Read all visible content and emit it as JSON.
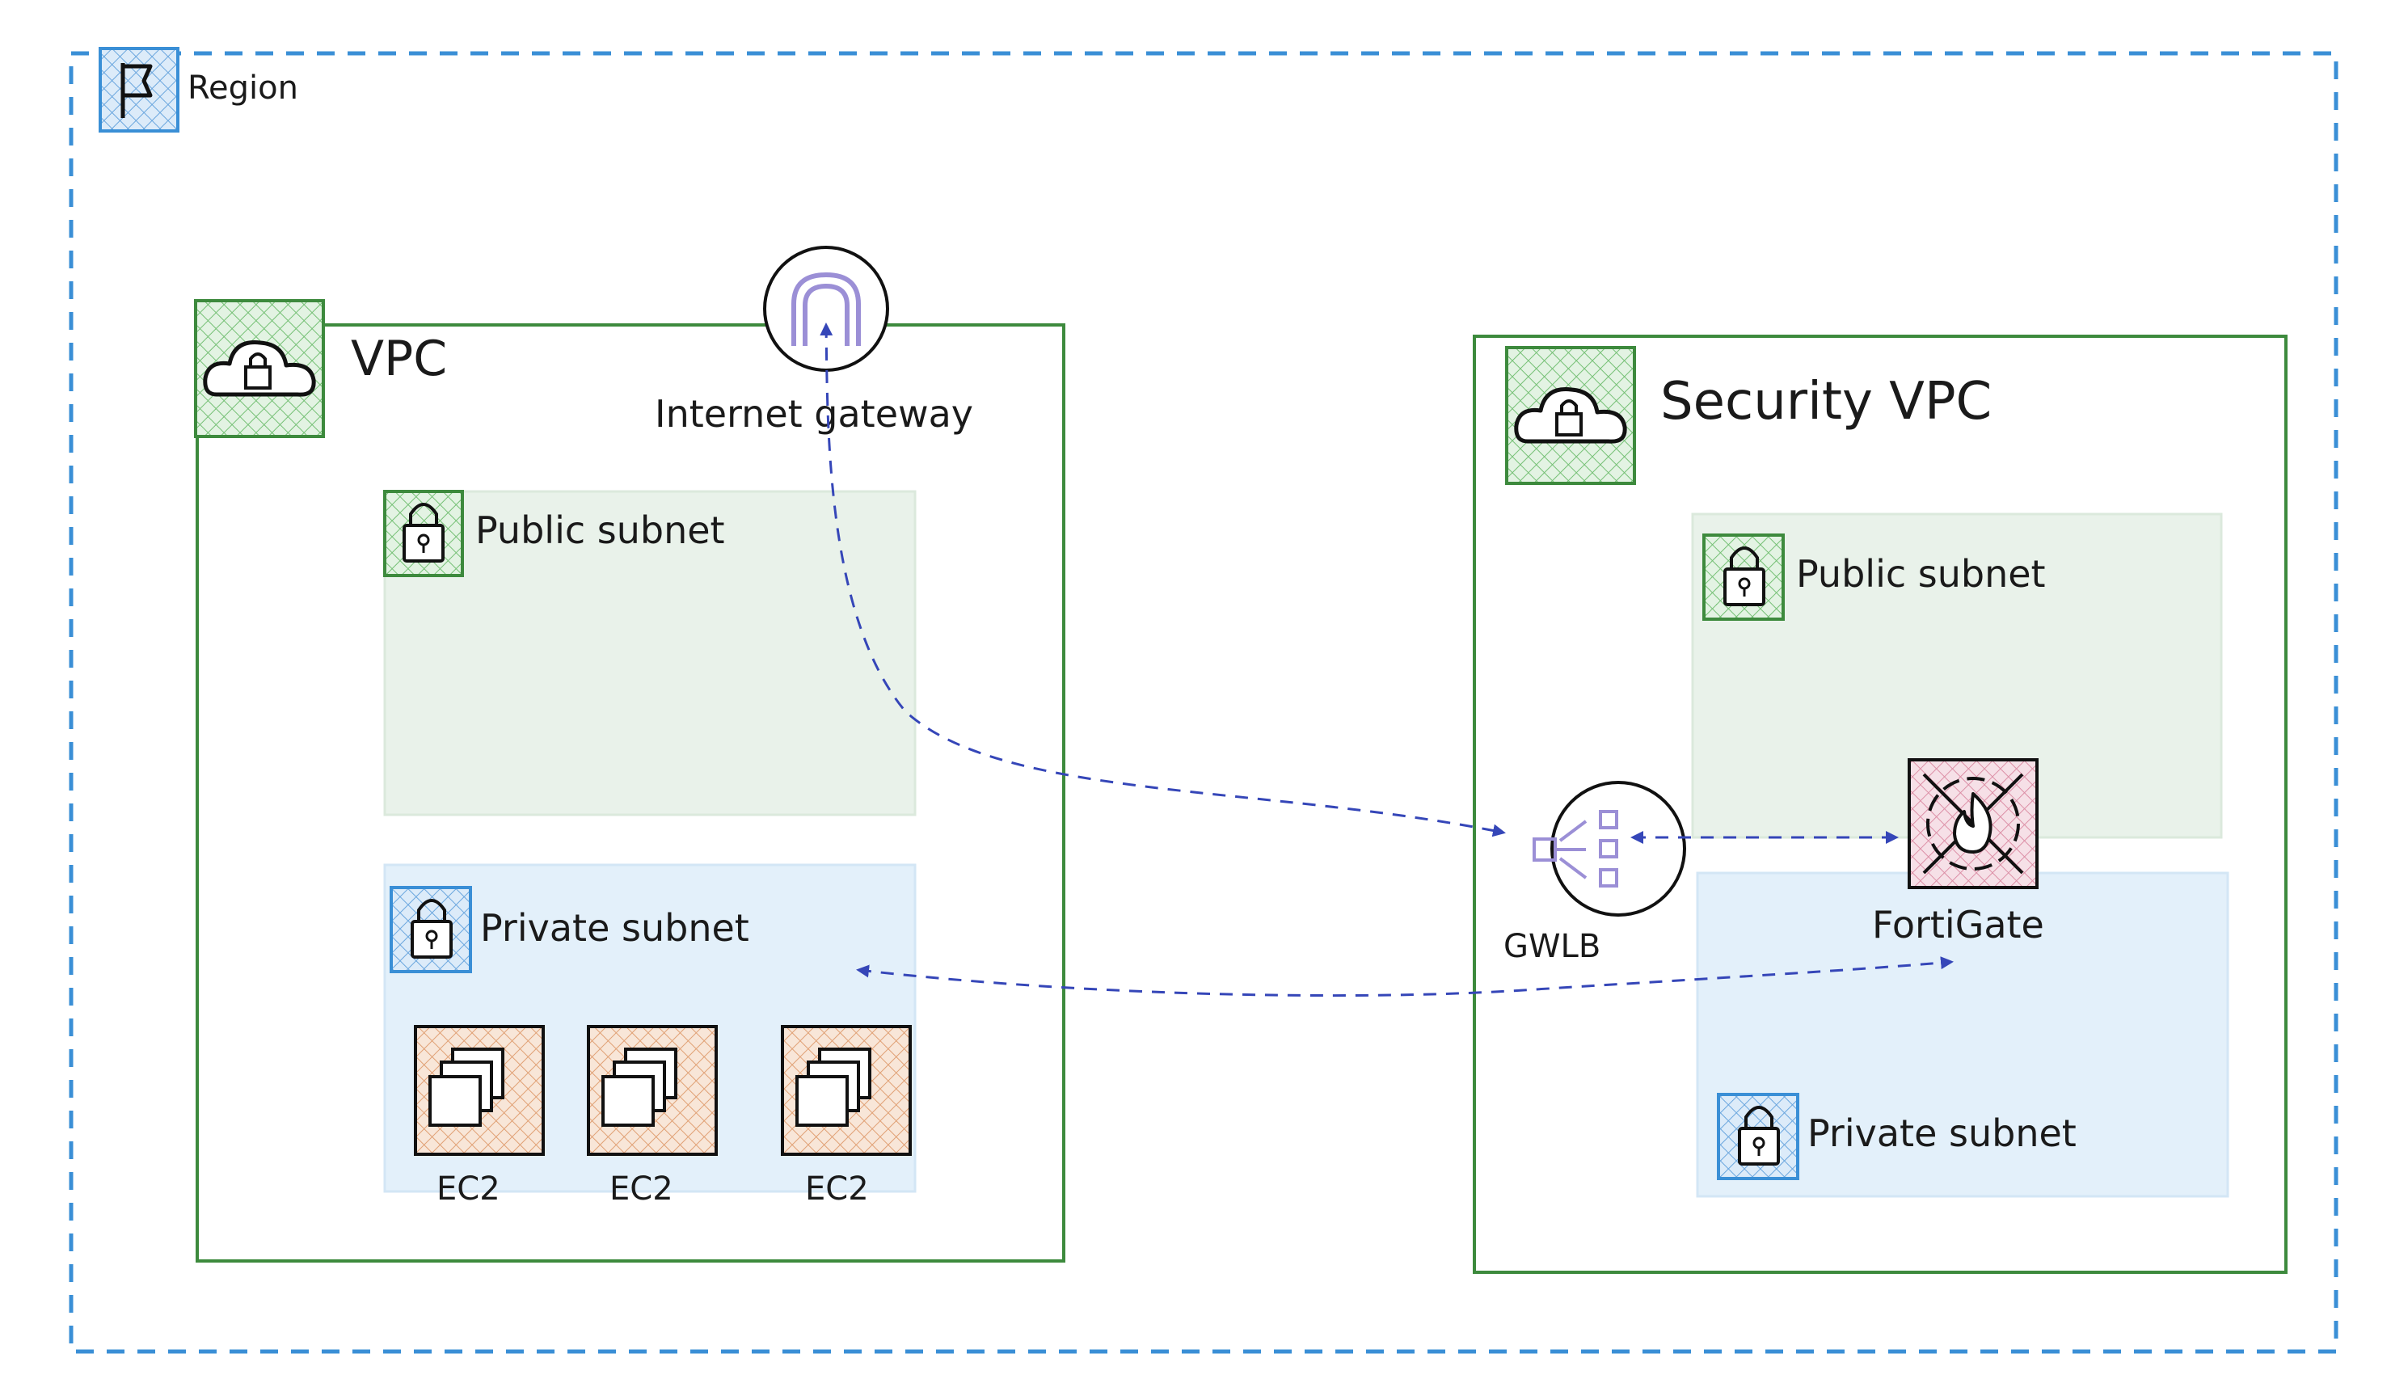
{
  "region": {
    "label": "Region"
  },
  "vpc": {
    "label": "VPC",
    "public_subnet_label": "Public subnet",
    "private_subnet_label": "Private subnet",
    "instances": [
      {
        "label": "EC2",
        "icon": "ec2-icon"
      },
      {
        "label": "EC2",
        "icon": "ec2-icon"
      },
      {
        "label": "EC2",
        "icon": "ec2-icon"
      }
    ]
  },
  "internet_gateway": {
    "label": "Internet gateway",
    "icon": "internet-gateway-icon"
  },
  "security_vpc": {
    "label": "Security VPC",
    "public_subnet_label": "Public subnet",
    "private_subnet_label": "Private subnet"
  },
  "gwlb": {
    "label": "GWLB",
    "icon": "gateway-load-balancer-icon"
  },
  "fortigate": {
    "label": "FortiGate",
    "icon": "firewall-icon"
  },
  "colors": {
    "region_border": "#3a8fd6",
    "vpc_border": "#3d8a3d",
    "public_subnet_fill": "#e9f2ea",
    "private_subnet_fill": "#e3f0fa",
    "arrow": "#3546b8",
    "ec2_hatch": "#e09a6a",
    "firewall_hatch": "#d98aa0",
    "vpc_hatch": "#5fb55f",
    "subnet_private_hatch": "#5a9ad8",
    "gwlb_icon": "#9b8fd6"
  }
}
